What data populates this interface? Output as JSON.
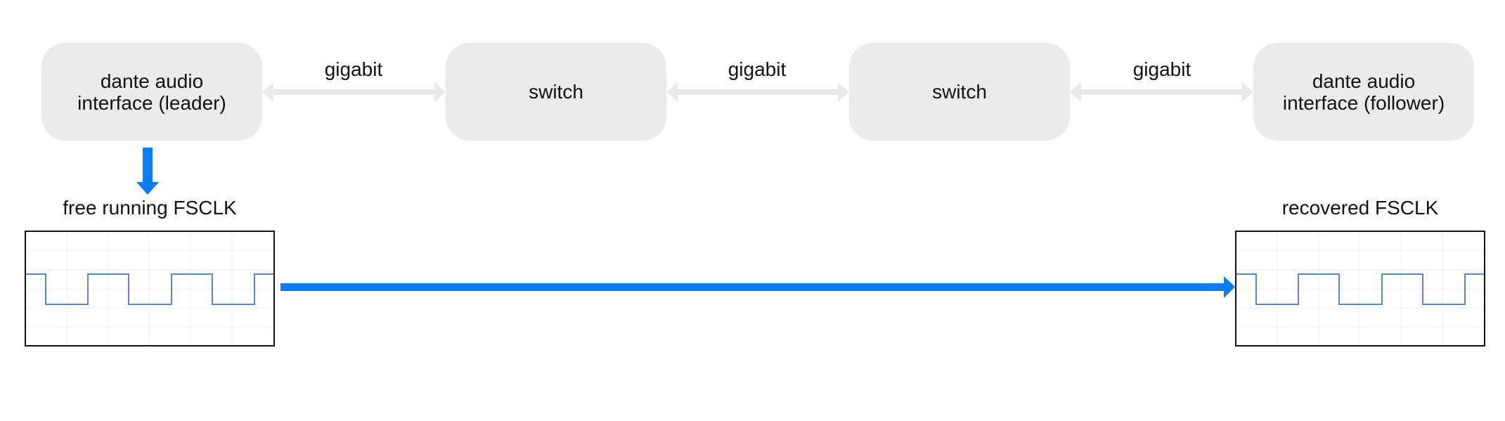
{
  "nodes": {
    "leader": "dante audio\ninterface (leader)",
    "switch1": "switch",
    "switch2": "switch",
    "follower": "dante audio\ninterface (follower)"
  },
  "links": {
    "link1": "gigabit",
    "link2": "gigabit",
    "link3": "gigabit"
  },
  "clocks": {
    "leader_title": "free running FSCLK",
    "follower_title": "recovered FSCLK"
  },
  "colors": {
    "node_fill": "#ebebeb",
    "link_arrow": "#e9e9e9",
    "signal_arrow": "#0a7cff",
    "waveform": "#5b86cc",
    "scope_grid": "#eeeeee"
  }
}
